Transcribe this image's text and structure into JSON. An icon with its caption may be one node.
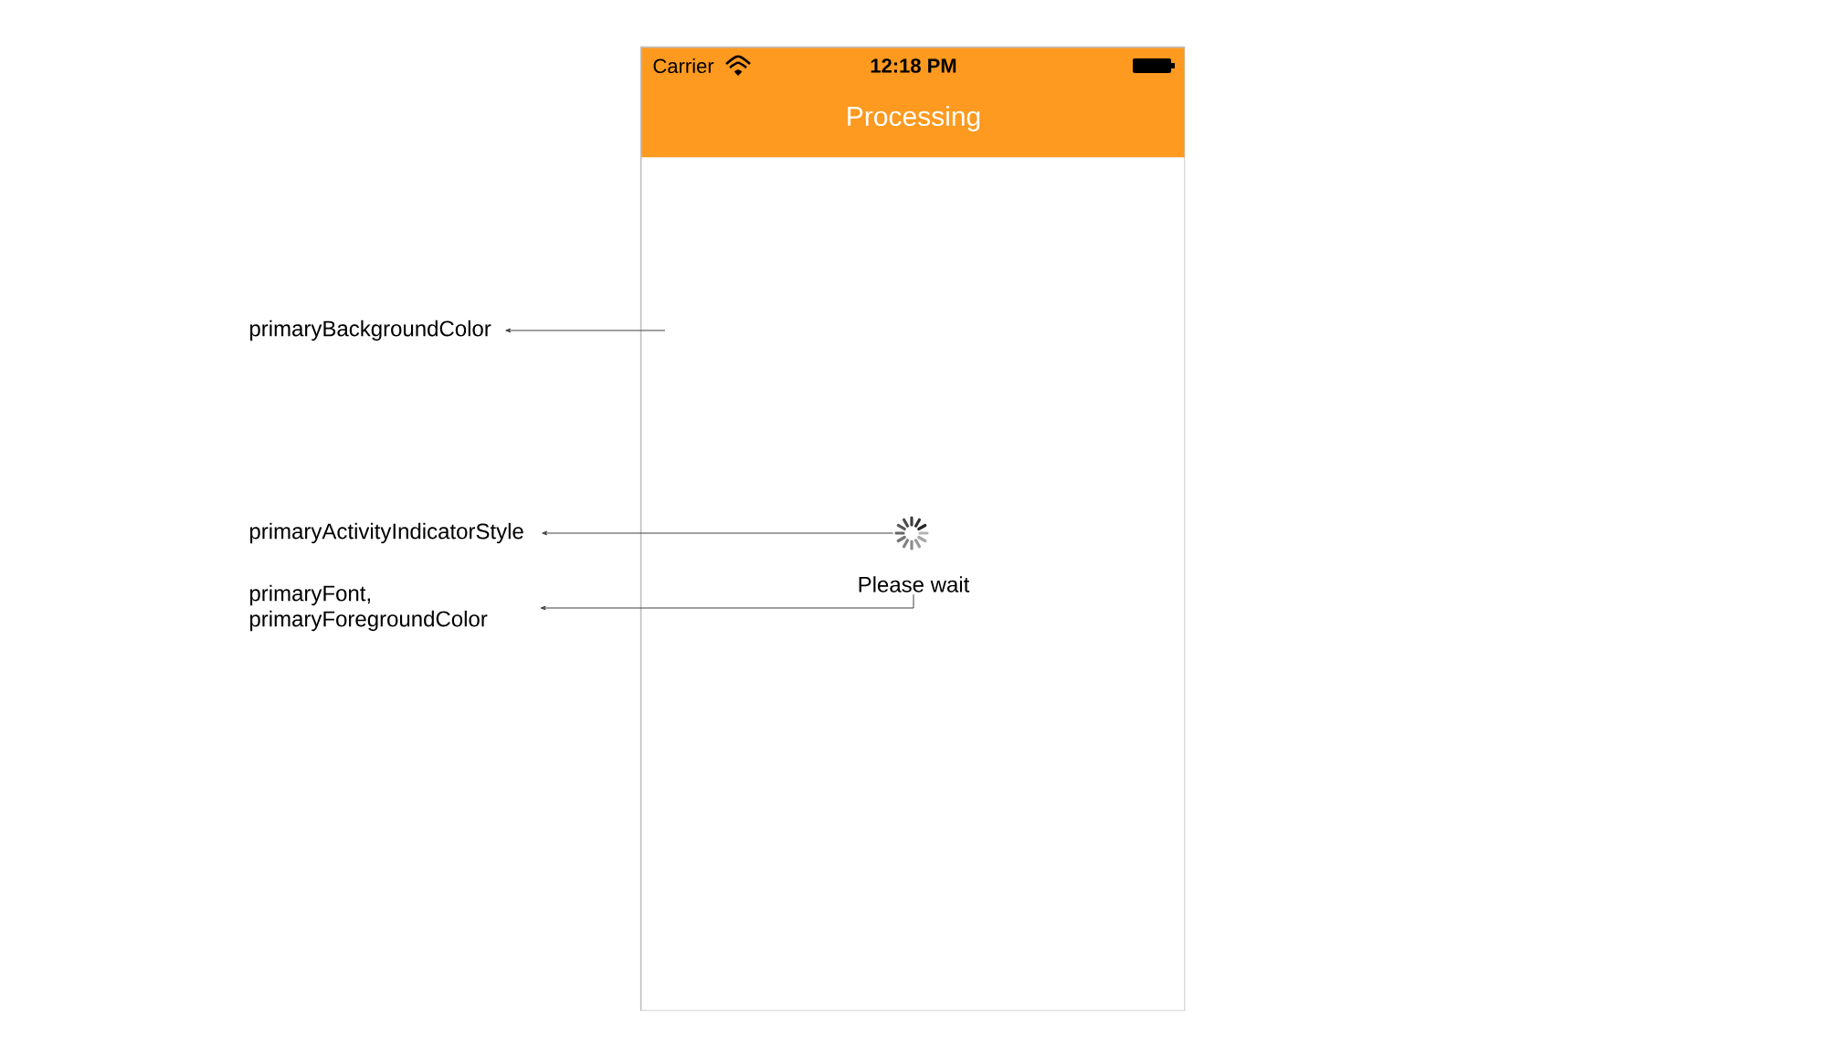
{
  "diagram": {
    "nodes": [
      {
        "text": [
          "Carrier",
          "12:18 PM",
          "Processing"
        ]
      },
      {
        "text": [],
        "shape": "box"
      },
      {
        "text": [],
        "shape": "picture",
        "in": 1
      },
      {
        "text": [
          "Please wait"
        ],
        "in": 1
      },
      {
        "text": [
          "primaryBackgroundColor"
        ]
      },
      {
        "text": [
          "primaryActivityIndicatorStyle"
        ]
      },
      {
        "text": [
          "primaryFont, primaryForegroundColor"
        ]
      }
    ],
    "edges": [
      {
        "from": 1,
        "to": 4,
        "arrow": "to"
      },
      {
        "from": 2,
        "to": 5,
        "arrow": "to"
      },
      {
        "from": 3,
        "to": 6,
        "arrow": "to"
      }
    ]
  }
}
